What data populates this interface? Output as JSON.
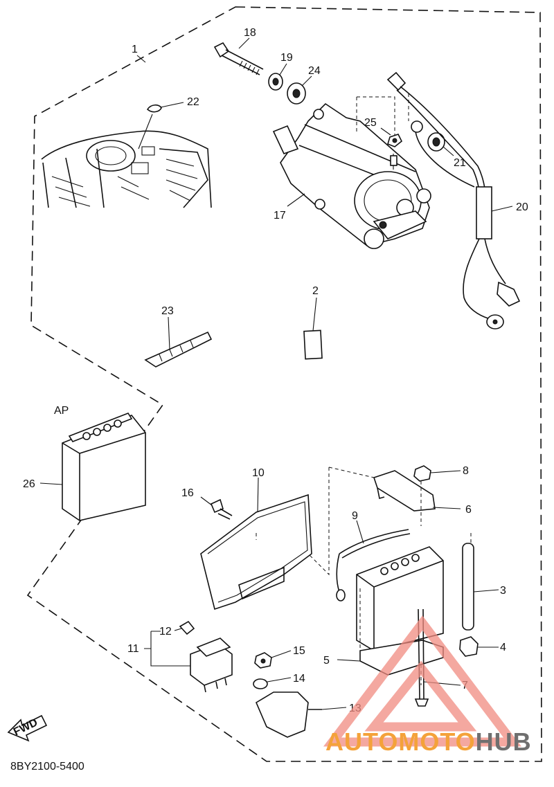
{
  "diagram": {
    "code": "8BY2100-5400",
    "variant_label": "AP",
    "fwd_label": "FWD",
    "callouts": [
      "1",
      "2",
      "3",
      "4",
      "5",
      "6",
      "7",
      "8",
      "9",
      "10",
      "11",
      "12",
      "13",
      "14",
      "15",
      "16",
      "17",
      "18",
      "19",
      "20",
      "21",
      "22",
      "23",
      "24",
      "25",
      "26"
    ]
  },
  "watermark": {
    "part_a": "AUTOMOTO",
    "part_b": "HUB",
    "colors": {
      "triangle": "#f08b80",
      "text_a": "#f4a23a",
      "text_b": "#6f6f6f"
    }
  }
}
